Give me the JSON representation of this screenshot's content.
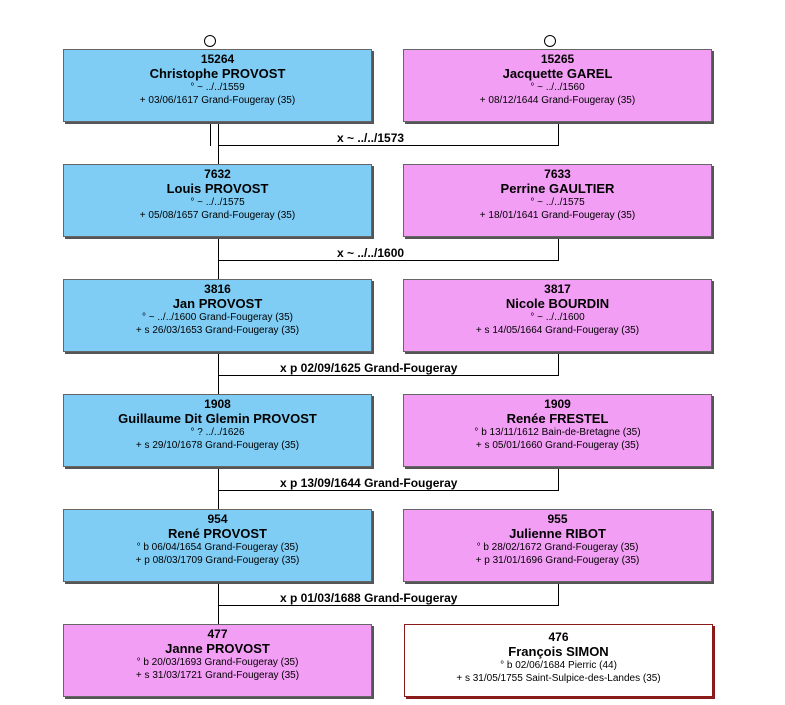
{
  "persons": [
    {
      "num": "15264",
      "name": "Christophe PROVOST",
      "events": [
        "° ~ ../../1559",
        "+ 03/06/1617 Grand-Fougeray (35)"
      ]
    },
    {
      "num": "15265",
      "name": "Jacquette GAREL",
      "events": [
        "° ~ ../../1560",
        "+ 08/12/1644 Grand-Fougeray (35)"
      ]
    },
    {
      "num": "7632",
      "name": "Louis PROVOST",
      "events": [
        "° ~ ../../1575",
        "+ 05/08/1657 Grand-Fougeray (35)"
      ]
    },
    {
      "num": "7633",
      "name": "Perrine GAULTIER",
      "events": [
        "° ~ ../../1575",
        "+ 18/01/1641 Grand-Fougeray (35)"
      ]
    },
    {
      "num": "3816",
      "name": "Jan PROVOST",
      "events": [
        "° ~ ../../1600 Grand-Fougeray (35)",
        "+ s 26/03/1653 Grand-Fougeray (35)"
      ]
    },
    {
      "num": "3817",
      "name": "Nicole BOURDIN",
      "events": [
        "° ~ ../../1600",
        "+ s 14/05/1664 Grand-Fougeray (35)"
      ]
    },
    {
      "num": "1908",
      "name": "Guillaume Dit Glemin PROVOST",
      "events": [
        "° ? ../../1626",
        "+ s 29/10/1678 Grand-Fougeray (35)"
      ]
    },
    {
      "num": "1909",
      "name": "Renée FRESTEL",
      "events": [
        "° b 13/11/1612 Bain-de-Bretagne (35)",
        "+ s 05/01/1660 Grand-Fougeray (35)"
      ]
    },
    {
      "num": "954",
      "name": "René PROVOST",
      "events": [
        "° b 06/04/1654 Grand-Fougeray (35)",
        "+ p 08/03/1709 Grand-Fougeray (35)"
      ]
    },
    {
      "num": "955",
      "name": "Julienne RIBOT",
      "events": [
        "° b 28/02/1672 Grand-Fougeray (35)",
        "+ p 31/01/1696 Grand-Fougeray (35)"
      ]
    },
    {
      "num": "477",
      "name": "Janne PROVOST",
      "events": [
        "° b 20/03/1693 Grand-Fougeray (35)",
        "+ s 31/03/1721 Grand-Fougeray (35)"
      ]
    },
    {
      "num": "476",
      "name": "François SIMON",
      "events": [
        "° b 02/06/1684 Pierric (44)",
        "+ s 31/05/1755 Saint-Sulpice-des-Landes (35)"
      ]
    }
  ],
  "marriages": [
    "x ~ ../../1573",
    "x ~ ../../1600",
    "x p 02/09/1625 Grand-Fougeray",
    "x p 13/09/1644 Grand-Fougeray",
    "x p 01/03/1688 Grand-Fougeray"
  ],
  "colors": {
    "male": "#7fcdf5",
    "female": "#f39ef5",
    "unlinked": "#ffffff"
  }
}
